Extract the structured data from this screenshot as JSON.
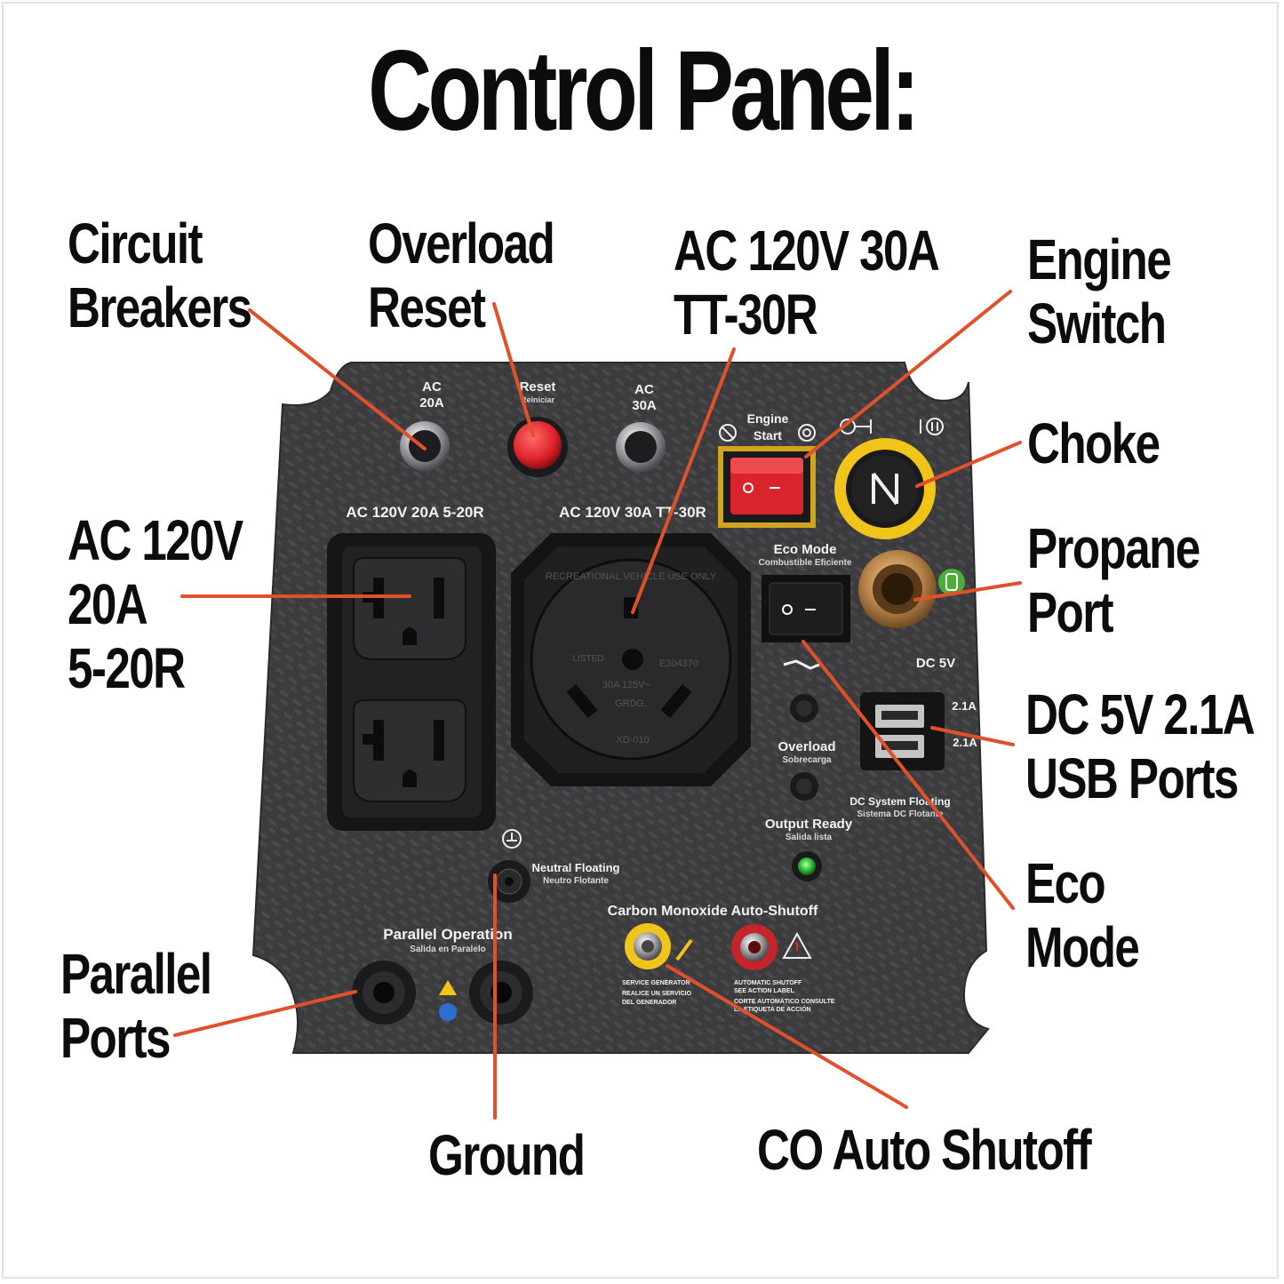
{
  "title": "Control Panel:",
  "colors": {
    "leader": "#e0502a",
    "panel": "#3e3e40",
    "reset": "#e3262c",
    "choke_ring": "#f0c419",
    "led": "#34c03a",
    "brass": "#b88a4a"
  },
  "callouts": {
    "circuit_breakers": [
      "Circuit",
      "Breakers"
    ],
    "overload_reset": [
      "Overload",
      "Reset"
    ],
    "ac30": [
      "AC 120V 30A",
      "TT-30R"
    ],
    "engine_switch": [
      "Engine",
      "Switch"
    ],
    "choke": [
      "Choke"
    ],
    "ac20": [
      "AC 120V",
      "20A",
      "5-20R"
    ],
    "propane": [
      "Propane",
      "Port"
    ],
    "usb": [
      "DC 5V 2.1A",
      "USB Ports"
    ],
    "eco": [
      "Eco",
      "Mode"
    ],
    "parallel": [
      "Parallel",
      "Ports"
    ],
    "ground": [
      "Ground"
    ],
    "co": [
      "CO Auto Shutoff"
    ]
  },
  "panel": {
    "breaker_20_line1": "AC",
    "breaker_20_line2": "20A",
    "reset_label": "Reset",
    "reset_sub": "Reiniciar",
    "breaker_30_line1": "AC",
    "breaker_30_line2": "30A",
    "outlet_20_label": "AC 120V 20A 5-20R",
    "outlet_30_label": "AC 120V 30A TT-30R",
    "engine_start_line1": "Engine",
    "engine_start_line2": "Start",
    "eco_label": "Eco Mode",
    "eco_sub": "Combustible Eficiente",
    "dc_label": "DC 5V",
    "usb_top": "2.1A",
    "usb_bottom": "2.1A",
    "overload_label": "Overload",
    "overload_sub": "Sobrecarga",
    "output_ready_label": "Output Ready",
    "output_ready_sub": "Salida lista",
    "dc_floating": "DC System Floating",
    "dc_floating_sub": "Sistema DC Flotante",
    "neutral_floating": "Neutral Floating",
    "neutral_floating_sub": "Neutro Flotante",
    "parallel_label": "Parallel Operation",
    "parallel_sub": "Salida en Paralelo",
    "co_label": "Carbon Monoxide Auto-Shutoff",
    "service_1": "SERVICE GENERATOR",
    "service_2": "REALICE UN SERVICIO",
    "service_3": "DEL GENERADOR",
    "auto_1": "AUTOMATIC SHUTOFF",
    "auto_2": "SEE ACTION LABEL",
    "auto_3": "CORTE AUTOMÁTICO CONSULTE",
    "auto_4": "LA ETIQUETA DE ACCIÓN",
    "outlet30_ring_text": "RECREATIONAL VEHICLE USE ONLY",
    "outlet30_listed": "LISTED",
    "outlet30_code": "E304370",
    "outlet30_rating": "30A  125V~",
    "outlet30_grds": "GRDG.",
    "outlet30_model": "XD-010"
  }
}
